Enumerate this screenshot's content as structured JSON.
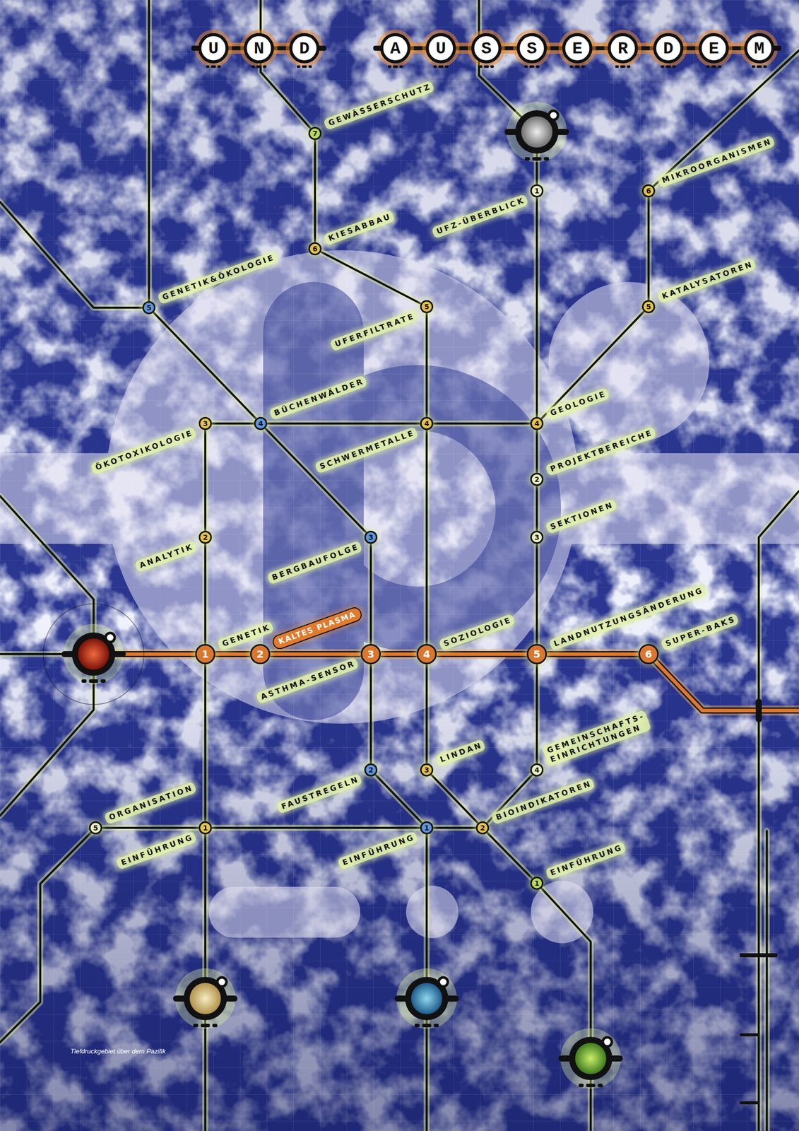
{
  "diagram": {
    "title": "UND AUSSERDEM",
    "caption": "Tiefdruckgebiet über dem Pazifik",
    "nodes": [
      {
        "text": [
          "7",
          "GEWÄSSERSCHUTZ"
        ]
      },
      {
        "text": [
          "1",
          "UFZ-ÜBERBLICK"
        ]
      },
      {
        "text": [
          "6",
          "MIKROORGANISMEN"
        ]
      },
      {
        "text": [
          "6",
          "KIESABBAU"
        ]
      },
      {
        "text": [
          "5",
          "GENETIK&ÖKOLOGIE"
        ]
      },
      {
        "text": [
          "5",
          "UFERFILTRATE"
        ]
      },
      {
        "text": [
          "5",
          "KATALYSATOREN"
        ]
      },
      {
        "text": [
          "3",
          "ÖKOTOXIKOLOGIE"
        ]
      },
      {
        "text": [
          "4",
          "BÜCHENWÄLDER"
        ]
      },
      {
        "text": [
          "4",
          "SCHWERMETALLE"
        ]
      },
      {
        "text": [
          "4",
          "GEOLOGIE"
        ]
      },
      {
        "text": [
          "2",
          "PROJEKTBEREICHE"
        ]
      },
      {
        "text": [
          "2",
          "ANALYTIK"
        ]
      },
      {
        "text": [
          "3",
          "BERGBAUFOLGE"
        ]
      },
      {
        "text": [
          "3",
          "SEKTIONEN"
        ]
      },
      {
        "text": [
          "1",
          "GENETIK"
        ]
      },
      {
        "text": [
          "2",
          "KALTES PLASMA"
        ]
      },
      {
        "text": [
          "3",
          "ASTHMA-SENSOR"
        ]
      },
      {
        "text": [
          "4",
          "SOZIOLOGIE"
        ]
      },
      {
        "text": [
          "5",
          "LANDNUTZUNGSÄNDERUNG"
        ]
      },
      {
        "text": [
          "6",
          "SUPER-BAKS"
        ]
      },
      {
        "text": [
          "2",
          "FAUSTREGELN"
        ]
      },
      {
        "text": [
          "3",
          "LINDAN"
        ]
      },
      {
        "text": [
          "4",
          "GEMEINSCHAFTS- EINRICHTUNGEN"
        ]
      },
      {
        "text": [
          "2",
          "BIOINDIKATOREN"
        ]
      },
      {
        "text": [
          "5",
          "ORGANISATION"
        ]
      },
      {
        "text": [
          "1",
          "EINFÜHRUNG"
        ]
      },
      {
        "text": [
          "1",
          "EINFÜHRUNG"
        ]
      },
      {
        "text": [
          "1",
          "EINFÜHRUNG"
        ]
      }
    ],
    "edges": [
      {
        "from": 15,
        "to": 16,
        "arrow": "none"
      },
      {
        "from": 16,
        "to": 17,
        "arrow": "none"
      },
      {
        "from": 17,
        "to": 18,
        "arrow": "none"
      },
      {
        "from": 18,
        "to": 19,
        "arrow": "none"
      },
      {
        "from": 19,
        "to": 20,
        "arrow": "none"
      },
      {
        "from": 7,
        "to": 12,
        "arrow": "none"
      },
      {
        "from": 12,
        "to": 15,
        "arrow": "none"
      },
      {
        "from": 15,
        "to": 26,
        "arrow": "none"
      },
      {
        "from": 4,
        "to": 8,
        "arrow": "none"
      },
      {
        "from": 8,
        "to": 13,
        "arrow": "none"
      },
      {
        "from": 13,
        "to": 17,
        "arrow": "none"
      },
      {
        "from": 17,
        "to": 21,
        "arrow": "none"
      },
      {
        "from": 21,
        "to": 27,
        "arrow": "none"
      },
      {
        "from": 0,
        "to": 3,
        "arrow": "none"
      },
      {
        "from": 3,
        "to": 5,
        "arrow": "none"
      },
      {
        "from": 5,
        "to": 9,
        "arrow": "none"
      },
      {
        "from": 9,
        "to": 18,
        "arrow": "none"
      },
      {
        "from": 18,
        "to": 22,
        "arrow": "none"
      },
      {
        "from": 22,
        "to": 24,
        "arrow": "none"
      },
      {
        "from": 24,
        "to": 28,
        "arrow": "none"
      },
      {
        "from": 1,
        "to": 10,
        "arrow": "none"
      },
      {
        "from": 10,
        "to": 11,
        "arrow": "none"
      },
      {
        "from": 11,
        "to": 14,
        "arrow": "none"
      },
      {
        "from": 14,
        "to": 19,
        "arrow": "none"
      },
      {
        "from": 19,
        "to": 23,
        "arrow": "none"
      },
      {
        "from": 23,
        "to": 24,
        "arrow": "none"
      },
      {
        "from": 2,
        "to": 6,
        "arrow": "none"
      },
      {
        "from": 6,
        "to": 10,
        "arrow": "none"
      },
      {
        "from": 7,
        "to": 8,
        "arrow": "none"
      },
      {
        "from": 8,
        "to": 9,
        "arrow": "none"
      },
      {
        "from": 9,
        "to": 10,
        "arrow": "none"
      },
      {
        "from": 25,
        "to": 26,
        "arrow": "none"
      },
      {
        "from": 26,
        "to": 27,
        "arrow": "none"
      },
      {
        "from": 27,
        "to": 24,
        "arrow": "none"
      }
    ]
  }
}
